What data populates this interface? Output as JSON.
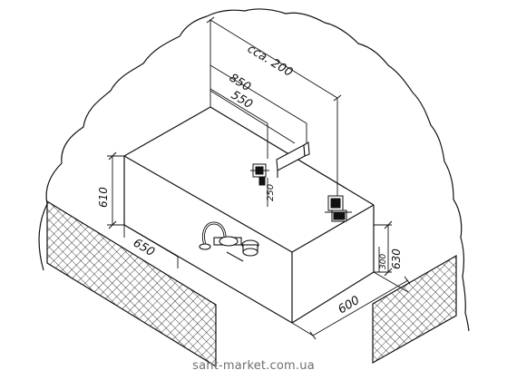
{
  "dimensions": {
    "cca": "cca. 200",
    "d850": "850",
    "d550": "550",
    "d610": "610",
    "d650": "650",
    "d250": "250",
    "d300": "300",
    "d630": "630",
    "d600": "600"
  },
  "watermark": "sant-market.com.ua",
  "colors": {
    "line": "#111111",
    "watermark": "#6f6f6f"
  }
}
